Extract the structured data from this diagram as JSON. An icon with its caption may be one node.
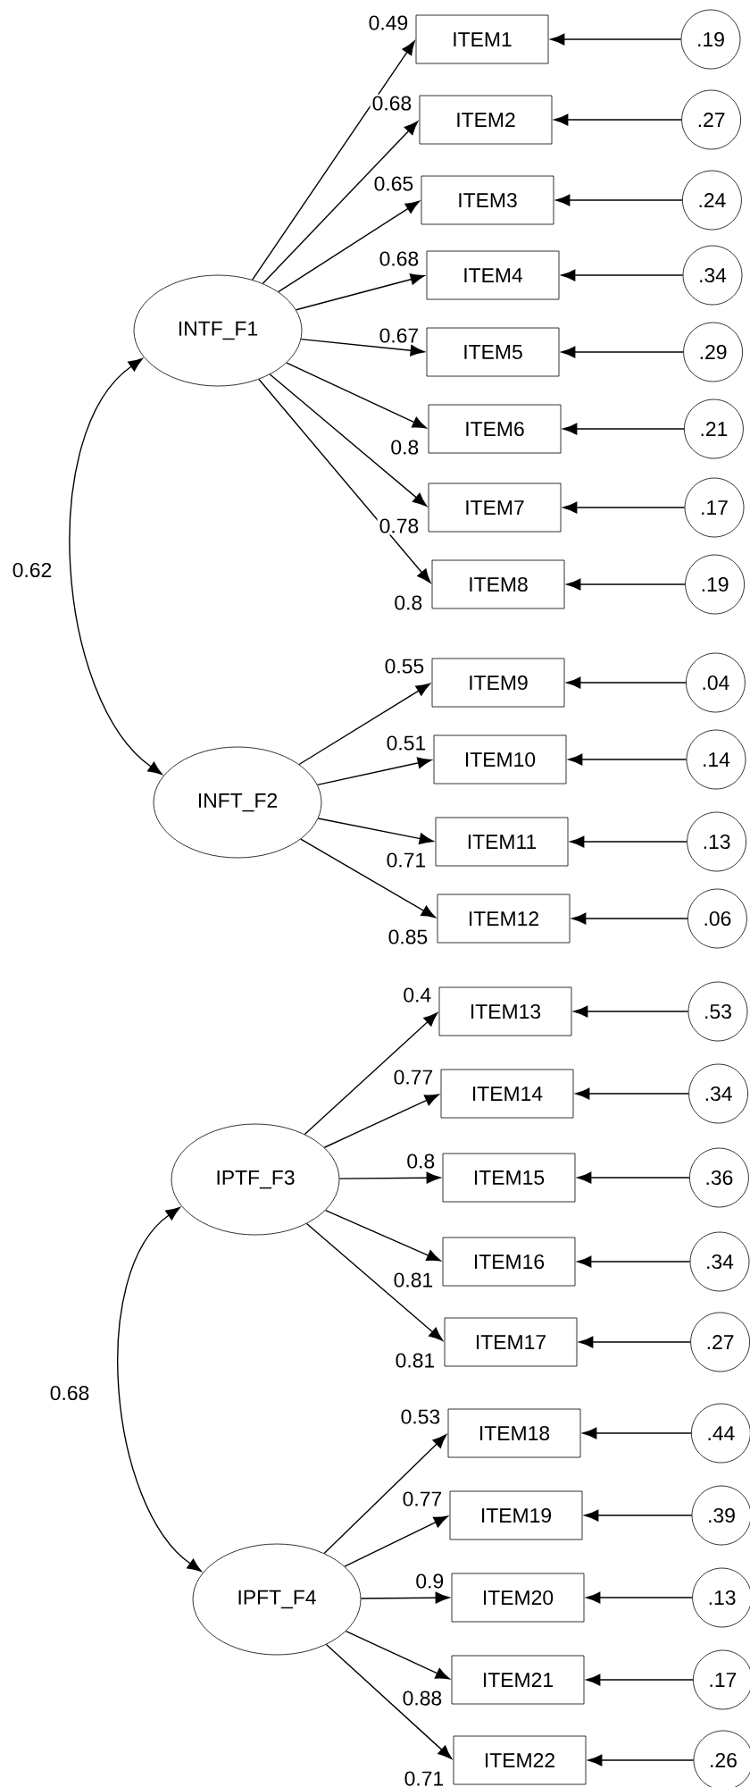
{
  "diagram": {
    "nodes": [
      {
        "text": [
          "INTF_F1"
        ]
      },
      {
        "text": [
          "INFT_F2"
        ]
      },
      {
        "text": [
          "IPTF_F3"
        ]
      },
      {
        "text": [
          "IPFT_F4"
        ]
      },
      {
        "text": [
          "ITEM1"
        ]
      },
      {
        "text": [
          "ITEM2"
        ]
      },
      {
        "text": [
          "ITEM3"
        ]
      },
      {
        "text": [
          "ITEM4"
        ]
      },
      {
        "text": [
          "ITEM5"
        ]
      },
      {
        "text": [
          "ITEM6"
        ]
      },
      {
        "text": [
          "ITEM7"
        ]
      },
      {
        "text": [
          "ITEM8"
        ]
      },
      {
        "text": [
          "ITEM9"
        ]
      },
      {
        "text": [
          "ITEM10"
        ]
      },
      {
        "text": [
          "ITEM11"
        ]
      },
      {
        "text": [
          "ITEM12"
        ]
      },
      {
        "text": [
          "ITEM13"
        ]
      },
      {
        "text": [
          "ITEM14"
        ]
      },
      {
        "text": [
          "ITEM15"
        ]
      },
      {
        "text": [
          "ITEM16"
        ]
      },
      {
        "text": [
          "ITEM17"
        ]
      },
      {
        "text": [
          "ITEM18"
        ]
      },
      {
        "text": [
          "ITEM19"
        ]
      },
      {
        "text": [
          "ITEM20"
        ]
      },
      {
        "text": [
          "ITEM21"
        ]
      },
      {
        "text": [
          "ITEM22"
        ]
      },
      {
        "text": [
          ".19"
        ]
      },
      {
        "text": [
          ".27"
        ]
      },
      {
        "text": [
          ".24"
        ]
      },
      {
        "text": [
          ".34"
        ]
      },
      {
        "text": [
          ".29"
        ]
      },
      {
        "text": [
          ".21"
        ]
      },
      {
        "text": [
          ".17"
        ]
      },
      {
        "text": [
          ".19"
        ]
      },
      {
        "text": [
          ".04"
        ]
      },
      {
        "text": [
          ".14"
        ]
      },
      {
        "text": [
          ".13"
        ]
      },
      {
        "text": [
          ".06"
        ]
      },
      {
        "text": [
          ".53"
        ]
      },
      {
        "text": [
          ".34"
        ]
      },
      {
        "text": [
          ".36"
        ]
      },
      {
        "text": [
          ".34"
        ]
      },
      {
        "text": [
          ".27"
        ]
      },
      {
        "text": [
          ".44"
        ]
      },
      {
        "text": [
          ".39"
        ]
      },
      {
        "text": [
          ".13"
        ]
      },
      {
        "text": [
          ".17"
        ]
      },
      {
        "text": [
          ".26"
        ]
      }
    ],
    "edges": [
      {
        "from": 0,
        "to": 4,
        "arrow": "to",
        "label": "0.49"
      },
      {
        "from": 0,
        "to": 5,
        "arrow": "to",
        "label": "0.68"
      },
      {
        "from": 0,
        "to": 6,
        "arrow": "to",
        "label": "0.65"
      },
      {
        "from": 0,
        "to": 7,
        "arrow": "to",
        "label": "0.68"
      },
      {
        "from": 0,
        "to": 8,
        "arrow": "to",
        "label": "0.67"
      },
      {
        "from": 0,
        "to": 9,
        "arrow": "to",
        "label": "0.8"
      },
      {
        "from": 0,
        "to": 10,
        "arrow": "to",
        "label": "0.78"
      },
      {
        "from": 0,
        "to": 11,
        "arrow": "to",
        "label": "0.8"
      },
      {
        "from": 1,
        "to": 12,
        "arrow": "to",
        "label": "0.55"
      },
      {
        "from": 1,
        "to": 13,
        "arrow": "to",
        "label": "0.51"
      },
      {
        "from": 1,
        "to": 14,
        "arrow": "to",
        "label": "0.71"
      },
      {
        "from": 1,
        "to": 15,
        "arrow": "to",
        "label": "0.85"
      },
      {
        "from": 2,
        "to": 16,
        "arrow": "to",
        "label": "0.4"
      },
      {
        "from": 2,
        "to": 17,
        "arrow": "to",
        "label": "0.77"
      },
      {
        "from": 2,
        "to": 18,
        "arrow": "to",
        "label": "0.8"
      },
      {
        "from": 2,
        "to": 19,
        "arrow": "to",
        "label": "0.81"
      },
      {
        "from": 2,
        "to": 20,
        "arrow": "to",
        "label": "0.81"
      },
      {
        "from": 3,
        "to": 21,
        "arrow": "to",
        "label": "0.53"
      },
      {
        "from": 3,
        "to": 22,
        "arrow": "to",
        "label": "0.77"
      },
      {
        "from": 3,
        "to": 23,
        "arrow": "to",
        "label": "0.9"
      },
      {
        "from": 3,
        "to": 24,
        "arrow": "to",
        "label": "0.88"
      },
      {
        "from": 3,
        "to": 25,
        "arrow": "to",
        "label": "0.71"
      },
      {
        "from": 26,
        "to": 4,
        "arrow": "to"
      },
      {
        "from": 27,
        "to": 5,
        "arrow": "to"
      },
      {
        "from": 28,
        "to": 6,
        "arrow": "to"
      },
      {
        "from": 29,
        "to": 7,
        "arrow": "to"
      },
      {
        "from": 30,
        "to": 8,
        "arrow": "to"
      },
      {
        "from": 31,
        "to": 9,
        "arrow": "to"
      },
      {
        "from": 32,
        "to": 10,
        "arrow": "to"
      },
      {
        "from": 33,
        "to": 11,
        "arrow": "to"
      },
      {
        "from": 34,
        "to": 12,
        "arrow": "to"
      },
      {
        "from": 35,
        "to": 13,
        "arrow": "to"
      },
      {
        "from": 36,
        "to": 14,
        "arrow": "to"
      },
      {
        "from": 37,
        "to": 15,
        "arrow": "to"
      },
      {
        "from": 38,
        "to": 16,
        "arrow": "to"
      },
      {
        "from": 39,
        "to": 17,
        "arrow": "to"
      },
      {
        "from": 40,
        "to": 18,
        "arrow": "to"
      },
      {
        "from": 41,
        "to": 19,
        "arrow": "to"
      },
      {
        "from": 42,
        "to": 20,
        "arrow": "to"
      },
      {
        "from": 43,
        "to": 21,
        "arrow": "to"
      },
      {
        "from": 44,
        "to": 22,
        "arrow": "to"
      },
      {
        "from": 45,
        "to": 23,
        "arrow": "to"
      },
      {
        "from": 46,
        "to": 24,
        "arrow": "to"
      },
      {
        "from": 47,
        "to": 25,
        "arrow": "to"
      },
      {
        "from": 0,
        "to": 1,
        "arrow": "both",
        "label": "0.62"
      },
      {
        "from": 2,
        "to": 3,
        "arrow": "both",
        "label": "0.68"
      }
    ]
  }
}
